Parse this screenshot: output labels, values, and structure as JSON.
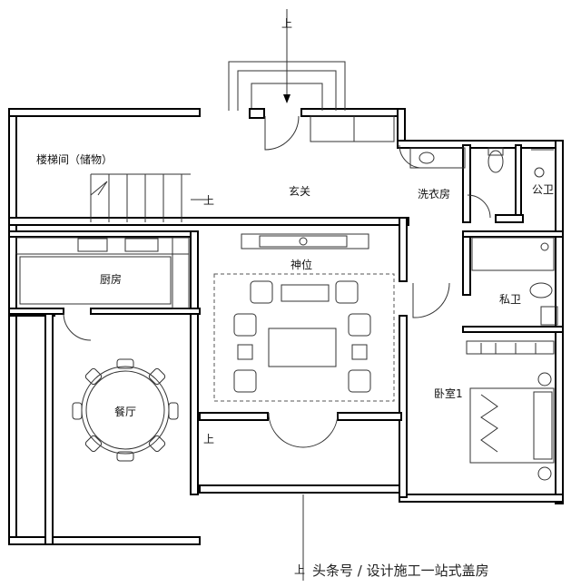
{
  "rooms": {
    "stairs": "楼梯间（储物）",
    "foyer": "玄关",
    "laundry": "洗衣房",
    "public_bath": "公卫",
    "kitchen": "厨房",
    "shrine": "神位",
    "private_bath": "私卫",
    "dining": "餐厅",
    "bedroom": "卧室1"
  },
  "markers": {
    "entry_top": "上",
    "stair_up": "上",
    "left_up": "上",
    "bottom_up": "上"
  },
  "watermark": "头条号 / 设计施工一站式盖房"
}
